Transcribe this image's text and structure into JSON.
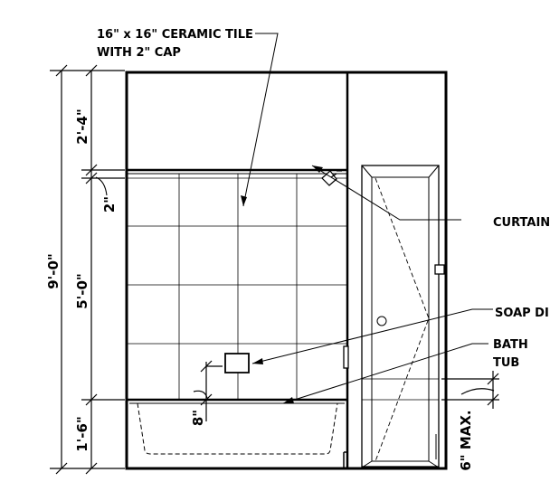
{
  "annotations": {
    "tile_line1": "16\" x 16\" CERAMIC TILE",
    "tile_line2": "WITH 2\" CAP",
    "curtain": "CURTAIN",
    "soap": "SOAP DI",
    "bath_line1": "BATH",
    "bath_line2": "TUB"
  },
  "dimensions": {
    "overall": "9'-0\"",
    "upper": "2'-4\"",
    "cap": "2\"",
    "middle": "5'-0\"",
    "lower": "1'-6\"",
    "soap_height": "8\"",
    "max": "6\" MAX."
  }
}
